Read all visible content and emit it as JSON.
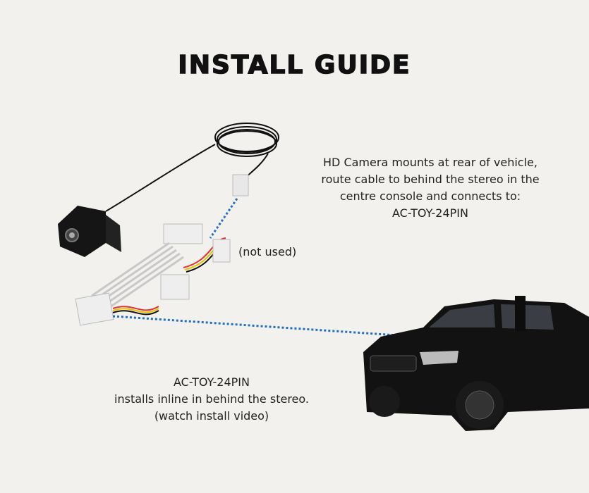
{
  "title": "INSTALL GUIDE",
  "camera_note": {
    "lines": [
      "HD Camera mounts at rear of vehicle,",
      "route cable to behind the stereo in the",
      "centre console and connects to:",
      "AC-TOY-24PIN"
    ]
  },
  "harness_note": {
    "lines": [
      "AC-TOY-24PIN",
      "installs inline in behind the stereo.",
      "(watch install video)"
    ]
  },
  "unused_label": "(not used)",
  "colors": {
    "background": "#f3f1ed",
    "dotted_line": "#1f6fc4",
    "vehicle": "#121212"
  }
}
